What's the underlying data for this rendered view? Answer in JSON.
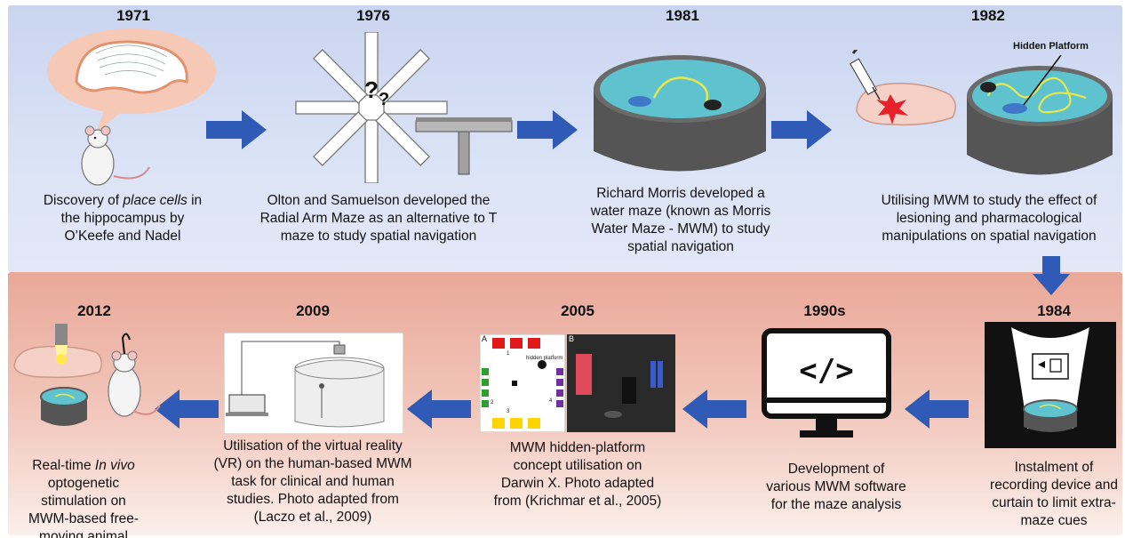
{
  "timeline": {
    "top": [
      {
        "year": "1971",
        "caption_a": "Discovery of ",
        "caption_em": "place cells",
        "caption_b": " in\nthe hippocampus by\nO’Keefe and Nadel"
      },
      {
        "year": "1976",
        "caption": "Olton and Samuelson developed the\nRadial Arm Maze as an alternative to T\nmaze to study spatial navigation"
      },
      {
        "year": "1981",
        "caption": "Richard Morris developed a\nwater maze (known as Morris\nWater Maze - MWM) to study\nspatial navigation"
      },
      {
        "year": "1982",
        "caption": "Utilising MWM to study the effect of\nlesioning and pharmacological\nmanipulations on spatial navigation",
        "label": "Hidden Platform"
      }
    ],
    "bottom": [
      {
        "year": "2012",
        "caption_a": "Real-time ",
        "caption_em": "In vivo",
        "caption_b": "\noptogenetic\nstimulation on\nMWM-based free-\nmoving animal"
      },
      {
        "year": "2009",
        "caption": "Utilisation of the virtual reality\n(VR) on the human-based MWM\ntask for clinical and human\nstudies. Photo adapted from\n(Laczo et al., 2009)"
      },
      {
        "year": "2005",
        "caption": "MWM hidden-platform\nconcept utilisation on\nDarwin X. Photo adapted\nfrom (Krichmar et al., 2005)",
        "panel_a": "A",
        "panel_b": "B",
        "hidden_platform": "hidden platform",
        "cue_1": "1",
        "cue_2": "2",
        "cue_3": "3",
        "cue_4": "4"
      },
      {
        "year": "1990s",
        "caption": "Development of\nvarious MWM software\nfor the maze analysis",
        "code_symbol": "</>"
      },
      {
        "year": "1984",
        "caption": "Instalment of\nrecording device and\ncurtain to limit extra-\nmaze cues"
      }
    ]
  },
  "colors": {
    "arrow": "#2f5ab5",
    "top_band": "#d3dcf3",
    "bottom_band": "#eeb6a8",
    "water": "#5fc3cf"
  },
  "icons": [
    "mouse-icon",
    "arrow-right-icon",
    "arrow-left-icon",
    "arrow-down-icon",
    "computer-monitor-icon",
    "camera-icon",
    "syringe-icon",
    "brain-icon"
  ]
}
